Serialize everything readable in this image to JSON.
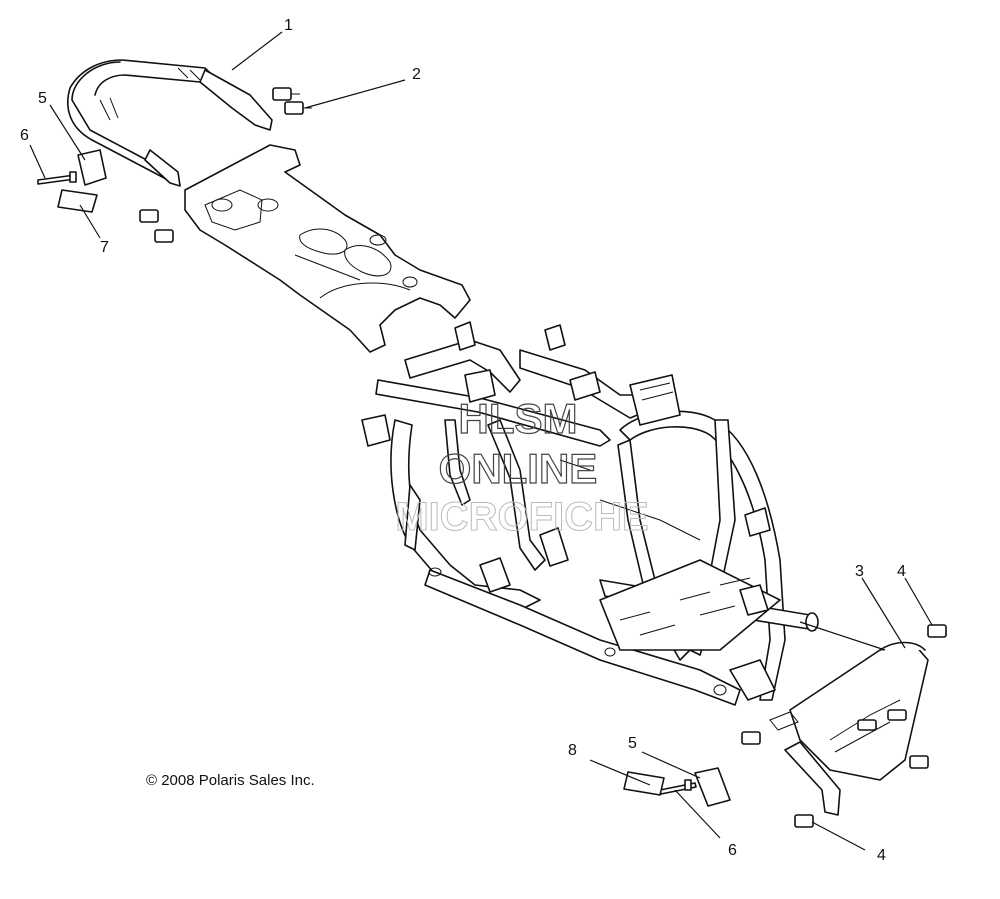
{
  "copyright": "© 2008 Polaris Sales Inc.",
  "watermark": {
    "line1": "HLSM",
    "line2": "ONLINE",
    "line3": "MICROFICHE"
  },
  "callouts": [
    {
      "id": "c1",
      "label": "1"
    },
    {
      "id": "c2",
      "label": "2"
    },
    {
      "id": "c5a",
      "label": "5"
    },
    {
      "id": "c6a",
      "label": "6"
    },
    {
      "id": "c7",
      "label": "7"
    },
    {
      "id": "c3",
      "label": "3"
    },
    {
      "id": "c4a",
      "label": "4"
    },
    {
      "id": "c8",
      "label": "8"
    },
    {
      "id": "c5b",
      "label": "5"
    },
    {
      "id": "c6b",
      "label": "6"
    },
    {
      "id": "c4b",
      "label": "4"
    }
  ]
}
